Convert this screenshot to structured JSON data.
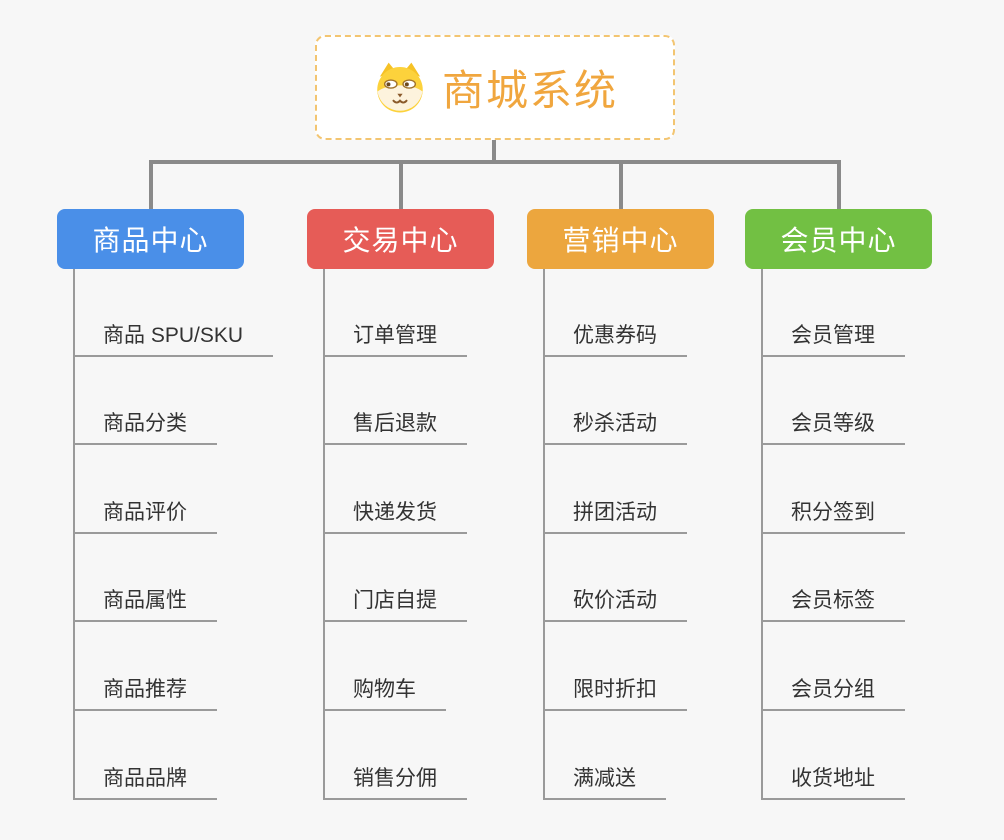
{
  "root": {
    "title": "商城系统",
    "icon": "dog-face-icon"
  },
  "branches": [
    {
      "label": "商品中心",
      "color": "#4a8fe8",
      "items": [
        "商品 SPU/SKU",
        "商品分类",
        "商品评价",
        "商品属性",
        "商品推荐",
        "商品品牌"
      ]
    },
    {
      "label": "交易中心",
      "color": "#e65c57",
      "items": [
        "订单管理",
        "售后退款",
        "快递发货",
        "门店自提",
        "购物车",
        "销售分佣"
      ]
    },
    {
      "label": "营销中心",
      "color": "#eca63e",
      "items": [
        "优惠券码",
        "秒杀活动",
        "拼团活动",
        "砍价活动",
        "限时折扣",
        "满减送"
      ]
    },
    {
      "label": "会员中心",
      "color": "#72c043",
      "items": [
        "会员管理",
        "会员等级",
        "积分签到",
        "会员标签",
        "会员分组",
        "收货地址"
      ]
    }
  ],
  "colors": {
    "root_accent": "#f0a63e",
    "root_border": "#f3c571",
    "connector": "#8a8a8a",
    "leaf_line": "#9a9a9a",
    "leaf_text": "#333333",
    "background": "#f7f7f7"
  }
}
